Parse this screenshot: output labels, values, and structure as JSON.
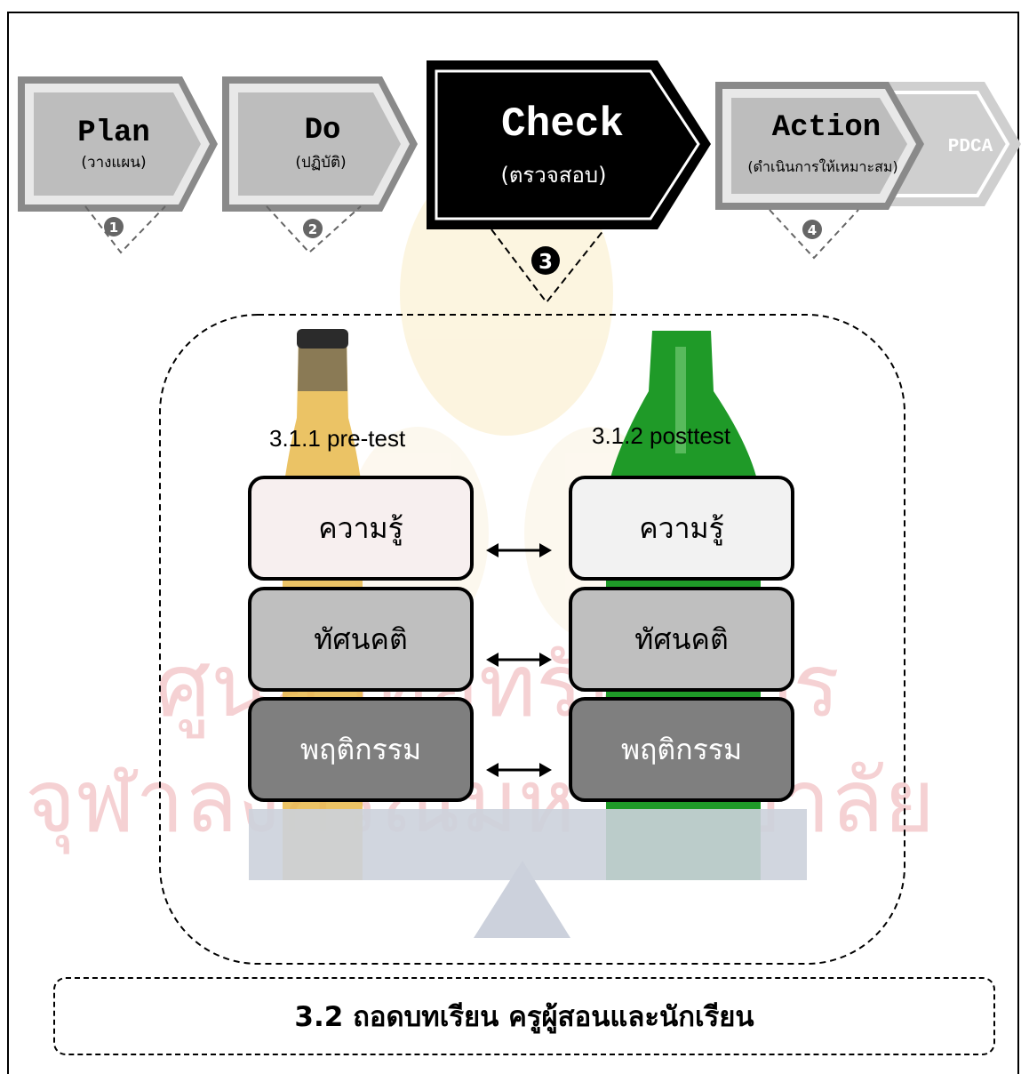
{
  "steps": [
    {
      "title": "Plan",
      "subtitle": "(วางแผน)",
      "number": "1"
    },
    {
      "title": "Do",
      "subtitle": "(ปฏิบัติ)",
      "number": "2"
    },
    {
      "title": "Check",
      "subtitle": "(ตรวจสอบ)",
      "number": "3"
    },
    {
      "title": "Action",
      "subtitle": "(ดำเนินการให้เหมาะสม)",
      "number": "4"
    }
  ],
  "pdca_label": "PDCA",
  "pre_label": "3.1.1 pre-test",
  "post_label": "3.1.2 posttest",
  "rows": [
    {
      "left": "ความรู้",
      "right": "ความรู้"
    },
    {
      "left": "ทัศนคติ",
      "right": "ทัศนคติ"
    },
    {
      "left": "พฤติกรรม",
      "right": "พฤติกรรม"
    }
  ],
  "footer": "3.2 ถอดบทเรียน ครูผู้สอนและนักเรียน",
  "watermark": [
    "ศูนย์วิทยทรัพยากร",
    "จุฬาลงกรณ์มหาวิทยาลัย"
  ],
  "colors": {
    "check_fill": "#000000",
    "step_fill": "#bdbdbd",
    "step_border": "#8a8a8a",
    "box_light": "#f2f2f2",
    "box_mid": "#bfbfbf",
    "box_dark": "#7f7f7f",
    "seesaw": "#ccd1dc",
    "watermark": "#f4c9cc"
  }
}
